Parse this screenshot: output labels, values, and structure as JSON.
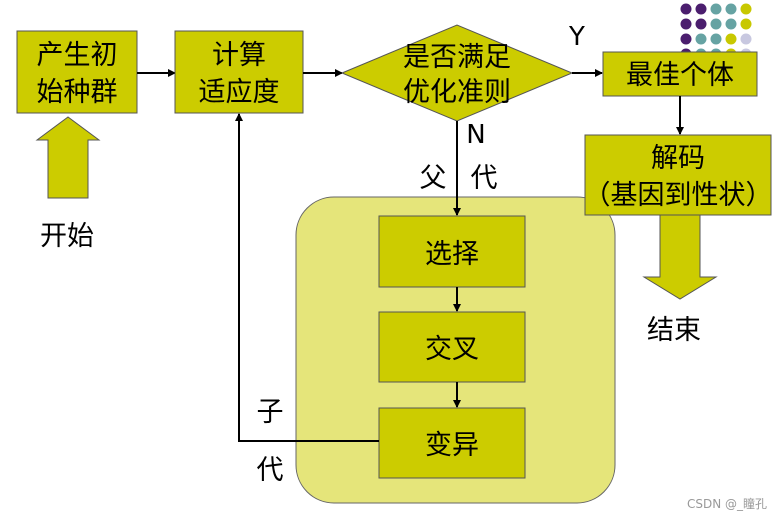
{
  "colors": {
    "box_fill": "#CCCC00",
    "box_stroke": "#555555",
    "group_fill": "#E5E57A",
    "group_stroke": "#666666",
    "line": "#000000",
    "dot_purple": "#4B1E6E",
    "dot_teal": "#66A3A3",
    "dot_yellow": "#C8C800",
    "dot_lavender": "#C8C8E0",
    "watermark": "#999999"
  },
  "nodes": {
    "init_population": {
      "line1": "产生初",
      "line2": "始种群"
    },
    "fitness": {
      "line1": "计算",
      "line2": "适应度"
    },
    "criterion": {
      "line1": "是否满足",
      "line2": "优化准则"
    },
    "best": {
      "line1": "最佳个体"
    },
    "decode": {
      "line1": "解码",
      "line2": "（基因到性状）"
    },
    "select": {
      "line1": "选择"
    },
    "crossover": {
      "line1": "交叉"
    },
    "mutation": {
      "line1": "变异"
    }
  },
  "labels": {
    "start": "开始",
    "end": "结束",
    "yes": "Y",
    "no": "N",
    "parent_1": "父",
    "parent_2": "代",
    "child_1": "子",
    "child_2": "代"
  },
  "decoration": {
    "dot_grid": [
      [
        "purple",
        "purple",
        "teal",
        "teal",
        "yellow"
      ],
      [
        "purple",
        "purple",
        "teal",
        "teal",
        "yellow"
      ],
      [
        "purple",
        "teal",
        "teal",
        "yellow",
        "lavender"
      ],
      [
        "purple",
        "teal",
        "teal",
        "yellow",
        "lavender"
      ],
      [
        "purple",
        "teal",
        "teal",
        "yellow",
        "lavender"
      ],
      [
        "purple",
        "teal",
        "yellow",
        "lavender",
        "lavender"
      ]
    ]
  },
  "watermark": "CSDN @_瞳孔"
}
